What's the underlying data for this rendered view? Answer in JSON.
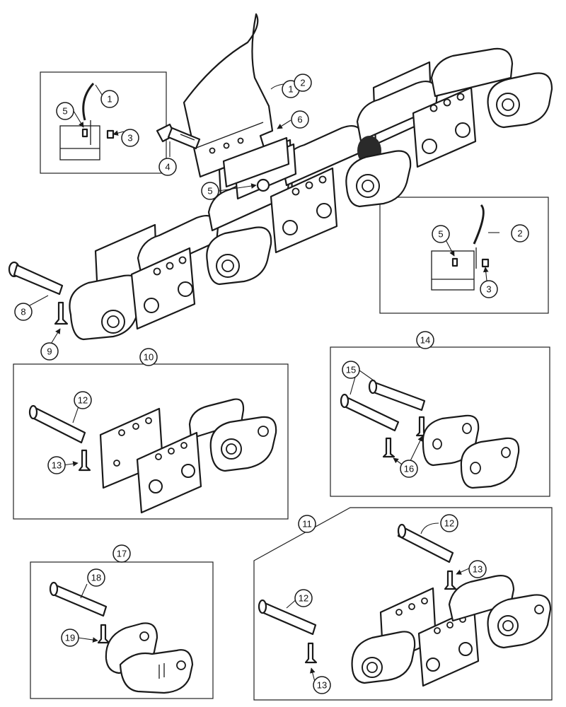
{
  "callouts": {
    "c1a": "1",
    "c1b": "1",
    "c2a": "2",
    "c2b": "2",
    "c3a": "3",
    "c3b": "3",
    "c4": "4",
    "c5a": "5",
    "c5b": "5",
    "c5c": "5",
    "c6": "6",
    "c8": "8",
    "c9": "9",
    "c10": "10",
    "c11": "11",
    "c12a": "12",
    "c12b": "12",
    "c12c": "12",
    "c13a": "13",
    "c13b": "13",
    "c13c": "13",
    "c14": "14",
    "c15": "15",
    "c16": "16",
    "c17": "17",
    "c18": "18",
    "c19": "19"
  }
}
